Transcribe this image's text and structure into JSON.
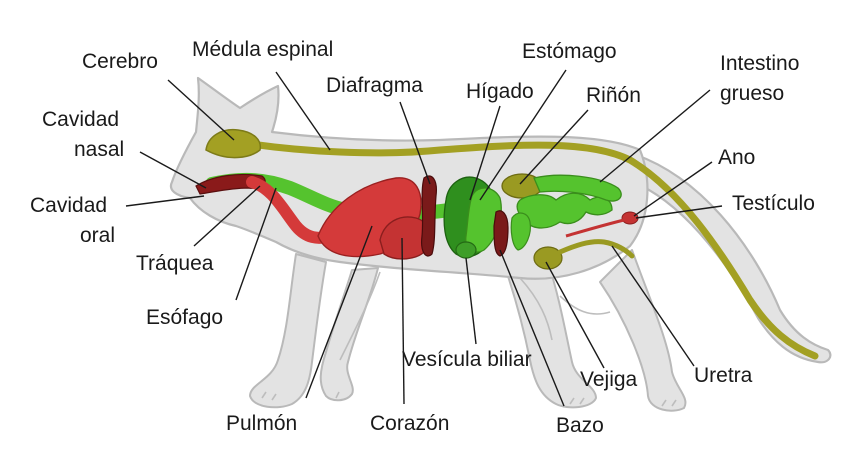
{
  "labels": {
    "cerebro": "Cerebro",
    "medula": "Médula espinal",
    "diafragma": "Diafragma",
    "estomago": "Estómago",
    "higado": "Hígado",
    "rinon": "Riñón",
    "intestino_1": "Intestino",
    "intestino_2": "grueso",
    "cavidad_nasal_1": "Cavidad",
    "cavidad_nasal_2": "nasal",
    "ano": "Ano",
    "cavidad_oral_1": "Cavidad",
    "cavidad_oral_2": "oral",
    "testiculo": "Testículo",
    "traquea": "Tráquea",
    "esofago": "Esófago",
    "vesicula": "Vesícula biliar",
    "vejiga": "Vejiga",
    "uretra": "Uretra",
    "pulmon": "Pulmón",
    "corazon": "Corazón",
    "bazo": "Bazo"
  },
  "colors": {
    "body_fill": "#e3e3e3",
    "body_stroke": "#b9b9b9",
    "nervous": "#a3a023",
    "lung": "#d43a3a",
    "heart": "#c43333",
    "dark_red": "#7a1a1a",
    "green_light": "#55c32e",
    "green_dark": "#2f8f1e",
    "olive": "#9a9a22",
    "text": "#1a1a1a"
  }
}
